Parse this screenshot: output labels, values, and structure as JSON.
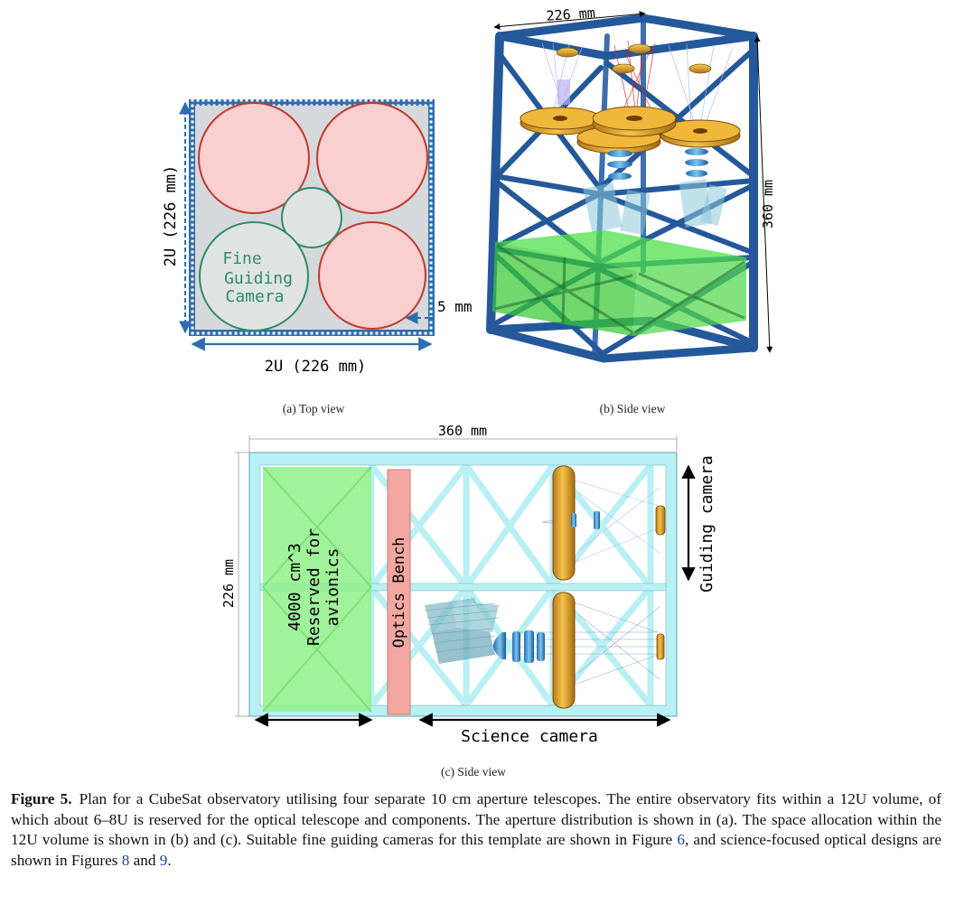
{
  "panel_a": {
    "width_label": "2U (226 mm)",
    "height_label": "2U (226 mm)",
    "margin_label": "5 mm",
    "fgc_line1": "Fine",
    "fgc_line2": "Guiding",
    "fgc_line3": "Camera",
    "caption": "(a) Top view"
  },
  "panel_b": {
    "width_label": "226 mm",
    "height_label": "360 mm",
    "caption": "(b) Side view"
  },
  "panel_c": {
    "width_label": "360 mm",
    "height_label": "226 mm",
    "avionics_line1": "4000 cm^3",
    "avionics_line2": "Reserved for",
    "avionics_line3": "avionics",
    "bench_label": "Optics Bench",
    "guiding_label": "Guiding camera",
    "science_label": "Science camera",
    "caption": "(c) Side view"
  },
  "figure_caption": {
    "label": "Figure 5.",
    "text1": "Plan for a CubeSat observatory utilising four separate 10 cm aperture telescopes. The entire observatory fits within a 12U volume, of which about 6–8U is reserved for the optical telescope and components. The aperture distribution is shown in (a). The space allocation within the 12U volume is shown in (b) and (c). Suitable fine guiding cameras for this template are shown in Figure",
    "ref1": "6",
    "text2": ", and science-focused optical designs are shown in Figures",
    "ref2": "8",
    "text3": "and",
    "ref3": "9",
    "text4": "."
  },
  "colors": {
    "frame_blue": "#2f6db0",
    "aperture_fill": "#f9cfd0",
    "aperture_stroke": "#c0392b",
    "fgc_stroke": "#2e8b6a",
    "avionics_green": "#8ff08a",
    "structure_cyan": "#b8f0f4",
    "bench_red": "#f2a8a0",
    "mirror_gold": "#e7a82a"
  }
}
